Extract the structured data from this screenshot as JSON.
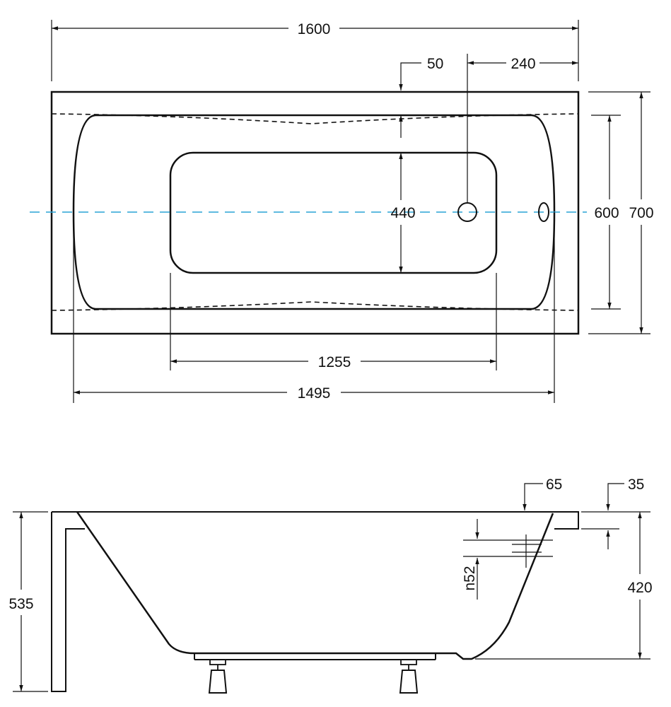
{
  "drawing": {
    "colors": {
      "line": "#111111",
      "axis": "#29a3d6",
      "background": "#ffffff"
    },
    "top_view": {
      "length_overall": "1600",
      "rim_width": "50",
      "drain_offset": "240",
      "width_overall": "700",
      "inner_width": "600",
      "bottom_width": "440",
      "bottom_length": "1255",
      "inner_length": "1495"
    },
    "side_view": {
      "rim_depth": "65",
      "overflow_offset": "35",
      "overflow_diameter": "n52",
      "total_height": "535",
      "tub_depth": "420"
    }
  }
}
